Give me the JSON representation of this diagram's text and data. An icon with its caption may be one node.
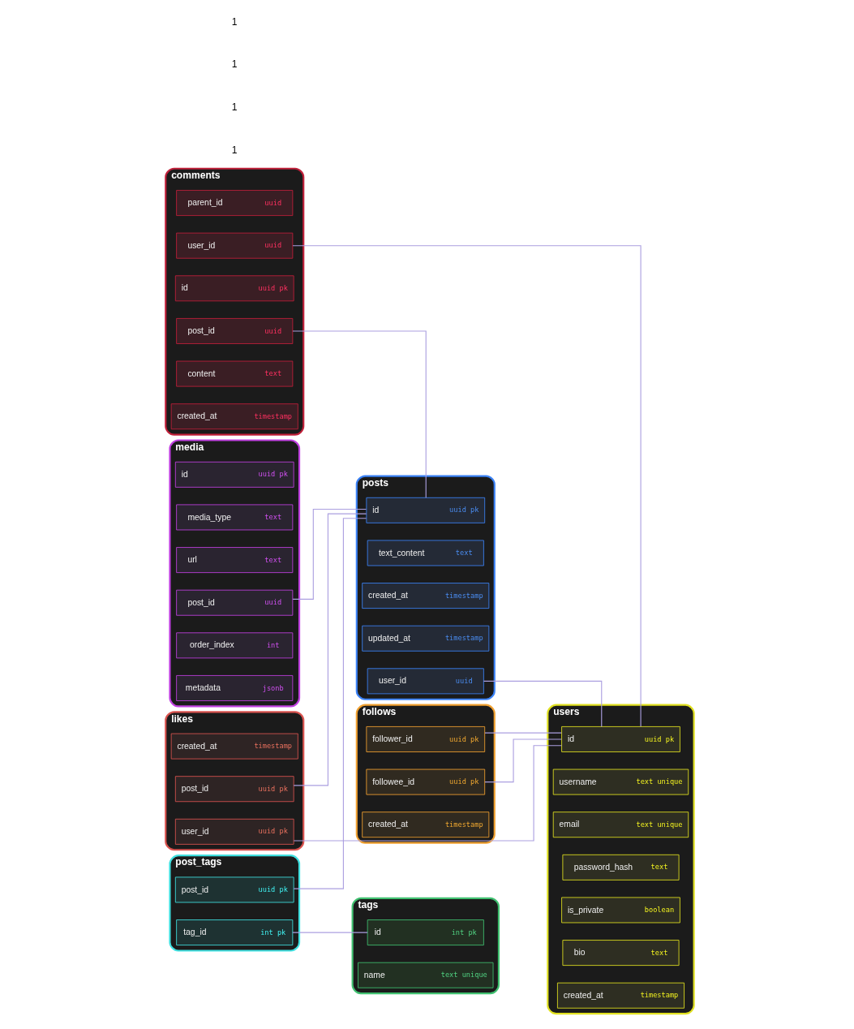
{
  "diagram": {
    "nodes": [
      {
        "text": [
          "likes"
        ]
      },
      {
        "text": [
          "created_at",
          "timestamp"
        ],
        "in": 0
      },
      {
        "text": [
          "post_id",
          "uuid pk"
        ],
        "in": 0
      },
      {
        "text": [
          "user_id",
          "uuid pk"
        ],
        "in": 0
      },
      {
        "text": [
          "media"
        ]
      },
      {
        "text": [
          "id",
          "uuid pk"
        ],
        "in": 4
      },
      {
        "text": [
          "media_type",
          "text"
        ],
        "in": 4
      },
      {
        "text": [
          "url",
          "text"
        ],
        "in": 4
      },
      {
        "text": [
          "post_id",
          "uuid"
        ],
        "in": 4
      },
      {
        "text": [
          "order_index",
          "int"
        ],
        "in": 4
      },
      {
        "text": [
          "metadata",
          "jsonb"
        ],
        "in": 4
      },
      {
        "text": [
          "posts"
        ]
      },
      {
        "text": [
          "id",
          "uuid pk"
        ],
        "in": 11
      },
      {
        "text": [
          "text_content",
          "text"
        ],
        "in": 11
      },
      {
        "text": [
          "created_at",
          "timestamp"
        ],
        "in": 11
      },
      {
        "text": [
          "updated_at",
          "timestamp"
        ],
        "in": 11
      },
      {
        "text": [
          "user_id",
          "uuid"
        ],
        "in": 11
      },
      {
        "text": [
          "comments"
        ]
      },
      {
        "text": [
          "id",
          "uuid pk"
        ],
        "in": 17
      },
      {
        "text": [
          "post_id",
          "uuid"
        ],
        "in": 17
      },
      {
        "text": [
          "parent_id",
          "uuid"
        ],
        "in": 17
      },
      {
        "text": [
          "user_id",
          "uuid"
        ],
        "in": 17
      },
      {
        "text": [
          "content",
          "text"
        ],
        "in": 17
      },
      {
        "text": [
          "created_at",
          "timestamp"
        ],
        "in": 17
      },
      {
        "text": [
          "users"
        ]
      },
      {
        "text": [
          "id",
          "uuid pk"
        ],
        "in": 24
      },
      {
        "text": [
          "username",
          "text unique"
        ],
        "in": 24
      },
      {
        "text": [
          "email",
          "text unique"
        ],
        "in": 24
      },
      {
        "text": [
          "password_hash",
          "text"
        ],
        "in": 24
      },
      {
        "text": [
          "is_private",
          "boolean"
        ],
        "in": 24
      },
      {
        "text": [
          "bio",
          "text"
        ],
        "in": 24
      },
      {
        "text": [
          "created_at",
          "timestamp"
        ],
        "in": 24
      },
      {
        "text": [
          "follows"
        ]
      },
      {
        "text": [
          "follower_id",
          "uuid pk"
        ],
        "in": 32
      },
      {
        "text": [
          "followee_id",
          "uuid pk"
        ],
        "in": 32
      },
      {
        "text": [
          "created_at",
          "timestamp"
        ],
        "in": 32
      },
      {
        "text": [
          "post_tags"
        ]
      },
      {
        "text": [
          "post_id",
          "uuid pk"
        ],
        "in": 36
      },
      {
        "text": [
          "tag_id",
          "int pk"
        ],
        "in": 36
      },
      {
        "text": [
          "tags"
        ]
      },
      {
        "text": [
          "id",
          "int pk"
        ],
        "in": 39
      },
      {
        "text": [
          "name",
          "text unique"
        ],
        "in": 39
      }
    ],
    "edges": [
      {
        "from": 2,
        "to": 12,
        "arrow": "none"
      },
      {
        "from": 3,
        "to": 25,
        "arrow": "none"
      },
      {
        "from": 8,
        "to": 12,
        "arrow": "none"
      },
      {
        "from": 19,
        "to": 12,
        "arrow": "none"
      },
      {
        "from": 21,
        "to": 25,
        "arrow": "none"
      },
      {
        "from": 16,
        "to": 25,
        "arrow": "none"
      },
      {
        "from": 33,
        "to": 25,
        "arrow": "none"
      },
      {
        "from": 34,
        "to": 25,
        "arrow": "none"
      },
      {
        "from": 37,
        "to": 12,
        "arrow": "none"
      },
      {
        "from": 38,
        "to": 40,
        "arrow": "none"
      }
    ],
    "labels": [
      "1",
      "1",
      "1",
      "1"
    ]
  }
}
